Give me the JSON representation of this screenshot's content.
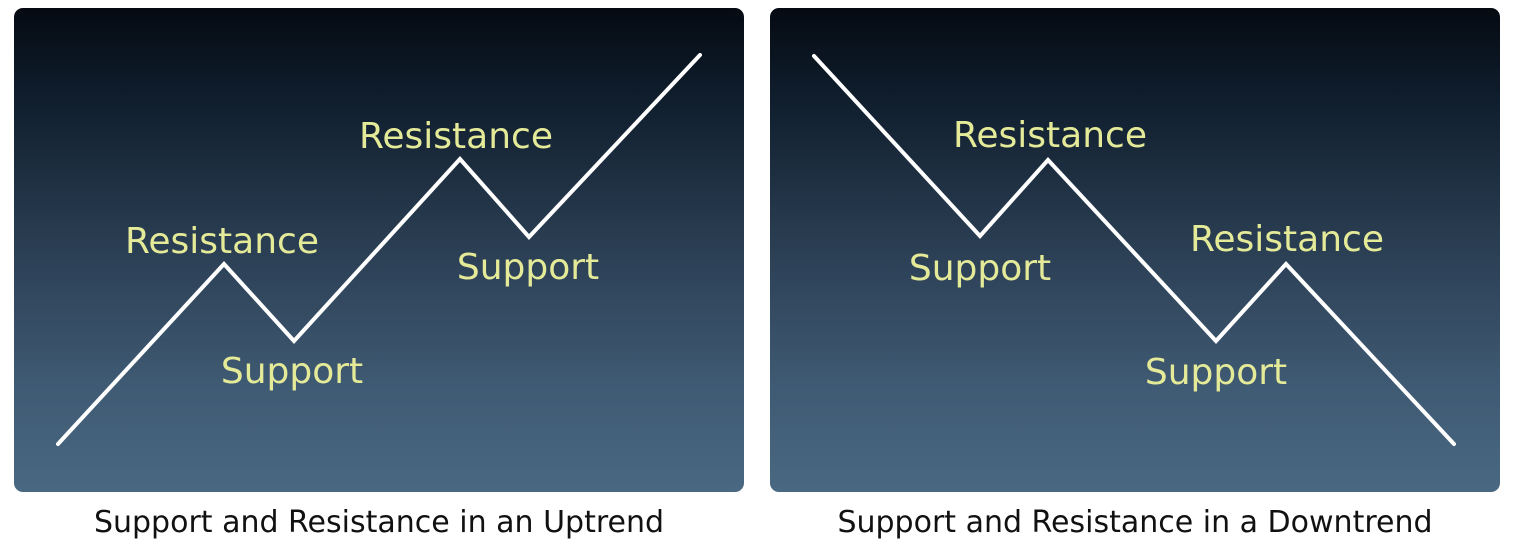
{
  "diagrams": [
    {
      "caption": "Support and Resistance in an Uptrend",
      "labels": {
        "resistance_1": "Resistance",
        "support_1": "Support",
        "resistance_2": "Resistance",
        "support_2": "Support"
      }
    },
    {
      "caption": "Support and Resistance in a Downtrend",
      "labels": {
        "resistance_1": "Resistance",
        "support_1": "Support",
        "resistance_2": "Resistance",
        "support_2": "Support"
      }
    }
  ],
  "colors": {
    "label": "#e4ea98",
    "level_line": "#c9cf6a",
    "price_line": "#ffffff",
    "caption": "#111111"
  }
}
